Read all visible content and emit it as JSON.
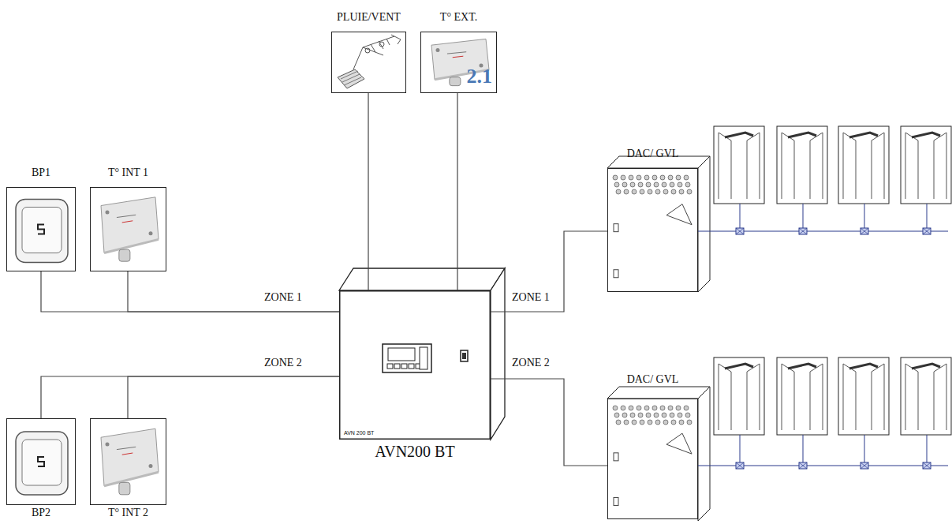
{
  "diagram": {
    "nodes": [
      {
        "text": [
          "PLUIE/VENT"
        ]
      },
      {
        "text": [
          "T° EXT.",
          "2.1"
        ]
      },
      {
        "text": [
          "BP1"
        ]
      },
      {
        "text": [
          "T° INT 1"
        ]
      },
      {
        "text": [
          "DAC/ GVL"
        ]
      },
      {
        "text": [
          "AVN 200 BT",
          "AVN200 BT"
        ]
      },
      {
        "text": [
          "BP2"
        ]
      },
      {
        "text": [
          "T° INT 2"
        ]
      },
      {
        "text": [
          "DAC/ GVL"
        ]
      }
    ],
    "edges": [
      {
        "from": 0,
        "to": 5,
        "arrow": "none"
      },
      {
        "from": 1,
        "to": 5,
        "arrow": "none"
      },
      {
        "from": 2,
        "to": 5,
        "arrow": "none",
        "label": "ZONE 1"
      },
      {
        "from": 3,
        "to": 5,
        "arrow": "none"
      },
      {
        "from": 6,
        "to": 5,
        "arrow": "none",
        "label": "ZONE 2"
      },
      {
        "from": 7,
        "to": 5,
        "arrow": "none"
      },
      {
        "from": 5,
        "to": 4,
        "arrow": "none",
        "label": "ZONE 1"
      },
      {
        "from": 5,
        "to": 8,
        "arrow": "none",
        "label": "ZONE 2"
      }
    ]
  }
}
